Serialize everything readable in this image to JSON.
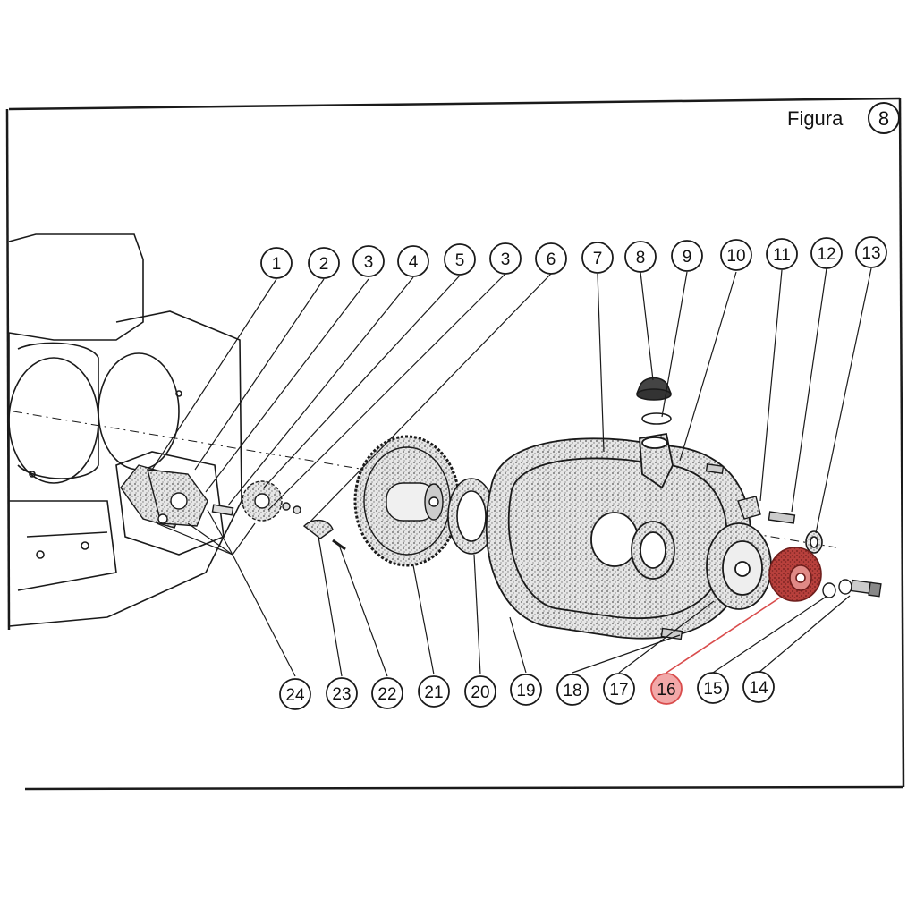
{
  "figure": {
    "word": "Figura",
    "number": "8"
  },
  "callouts": [
    {
      "id": "1",
      "label": "1"
    },
    {
      "id": "2",
      "label": "2"
    },
    {
      "id": "3a",
      "label": "3"
    },
    {
      "id": "4",
      "label": "4"
    },
    {
      "id": "5",
      "label": "5"
    },
    {
      "id": "3b",
      "label": "3"
    },
    {
      "id": "6",
      "label": "6"
    },
    {
      "id": "7",
      "label": "7"
    },
    {
      "id": "8",
      "label": "8"
    },
    {
      "id": "9",
      "label": "9"
    },
    {
      "id": "10",
      "label": "10"
    },
    {
      "id": "11",
      "label": "11"
    },
    {
      "id": "12",
      "label": "12"
    },
    {
      "id": "13",
      "label": "13"
    },
    {
      "id": "24",
      "label": "24"
    },
    {
      "id": "23",
      "label": "23"
    },
    {
      "id": "22",
      "label": "22"
    },
    {
      "id": "21",
      "label": "21"
    },
    {
      "id": "20",
      "label": "20"
    },
    {
      "id": "19",
      "label": "19"
    },
    {
      "id": "18",
      "label": "18"
    },
    {
      "id": "17",
      "label": "17"
    },
    {
      "id": "16",
      "label": "16",
      "highlighted": true
    },
    {
      "id": "15",
      "label": "15"
    },
    {
      "id": "14",
      "label": "14"
    }
  ],
  "colors": {
    "ink": "#1a1a1a",
    "highlight_fill": "#f2a8a8",
    "highlight_stroke": "#d94c4c",
    "part_fill": "#d8d8d8",
    "highlight_part": "#c0504d"
  }
}
